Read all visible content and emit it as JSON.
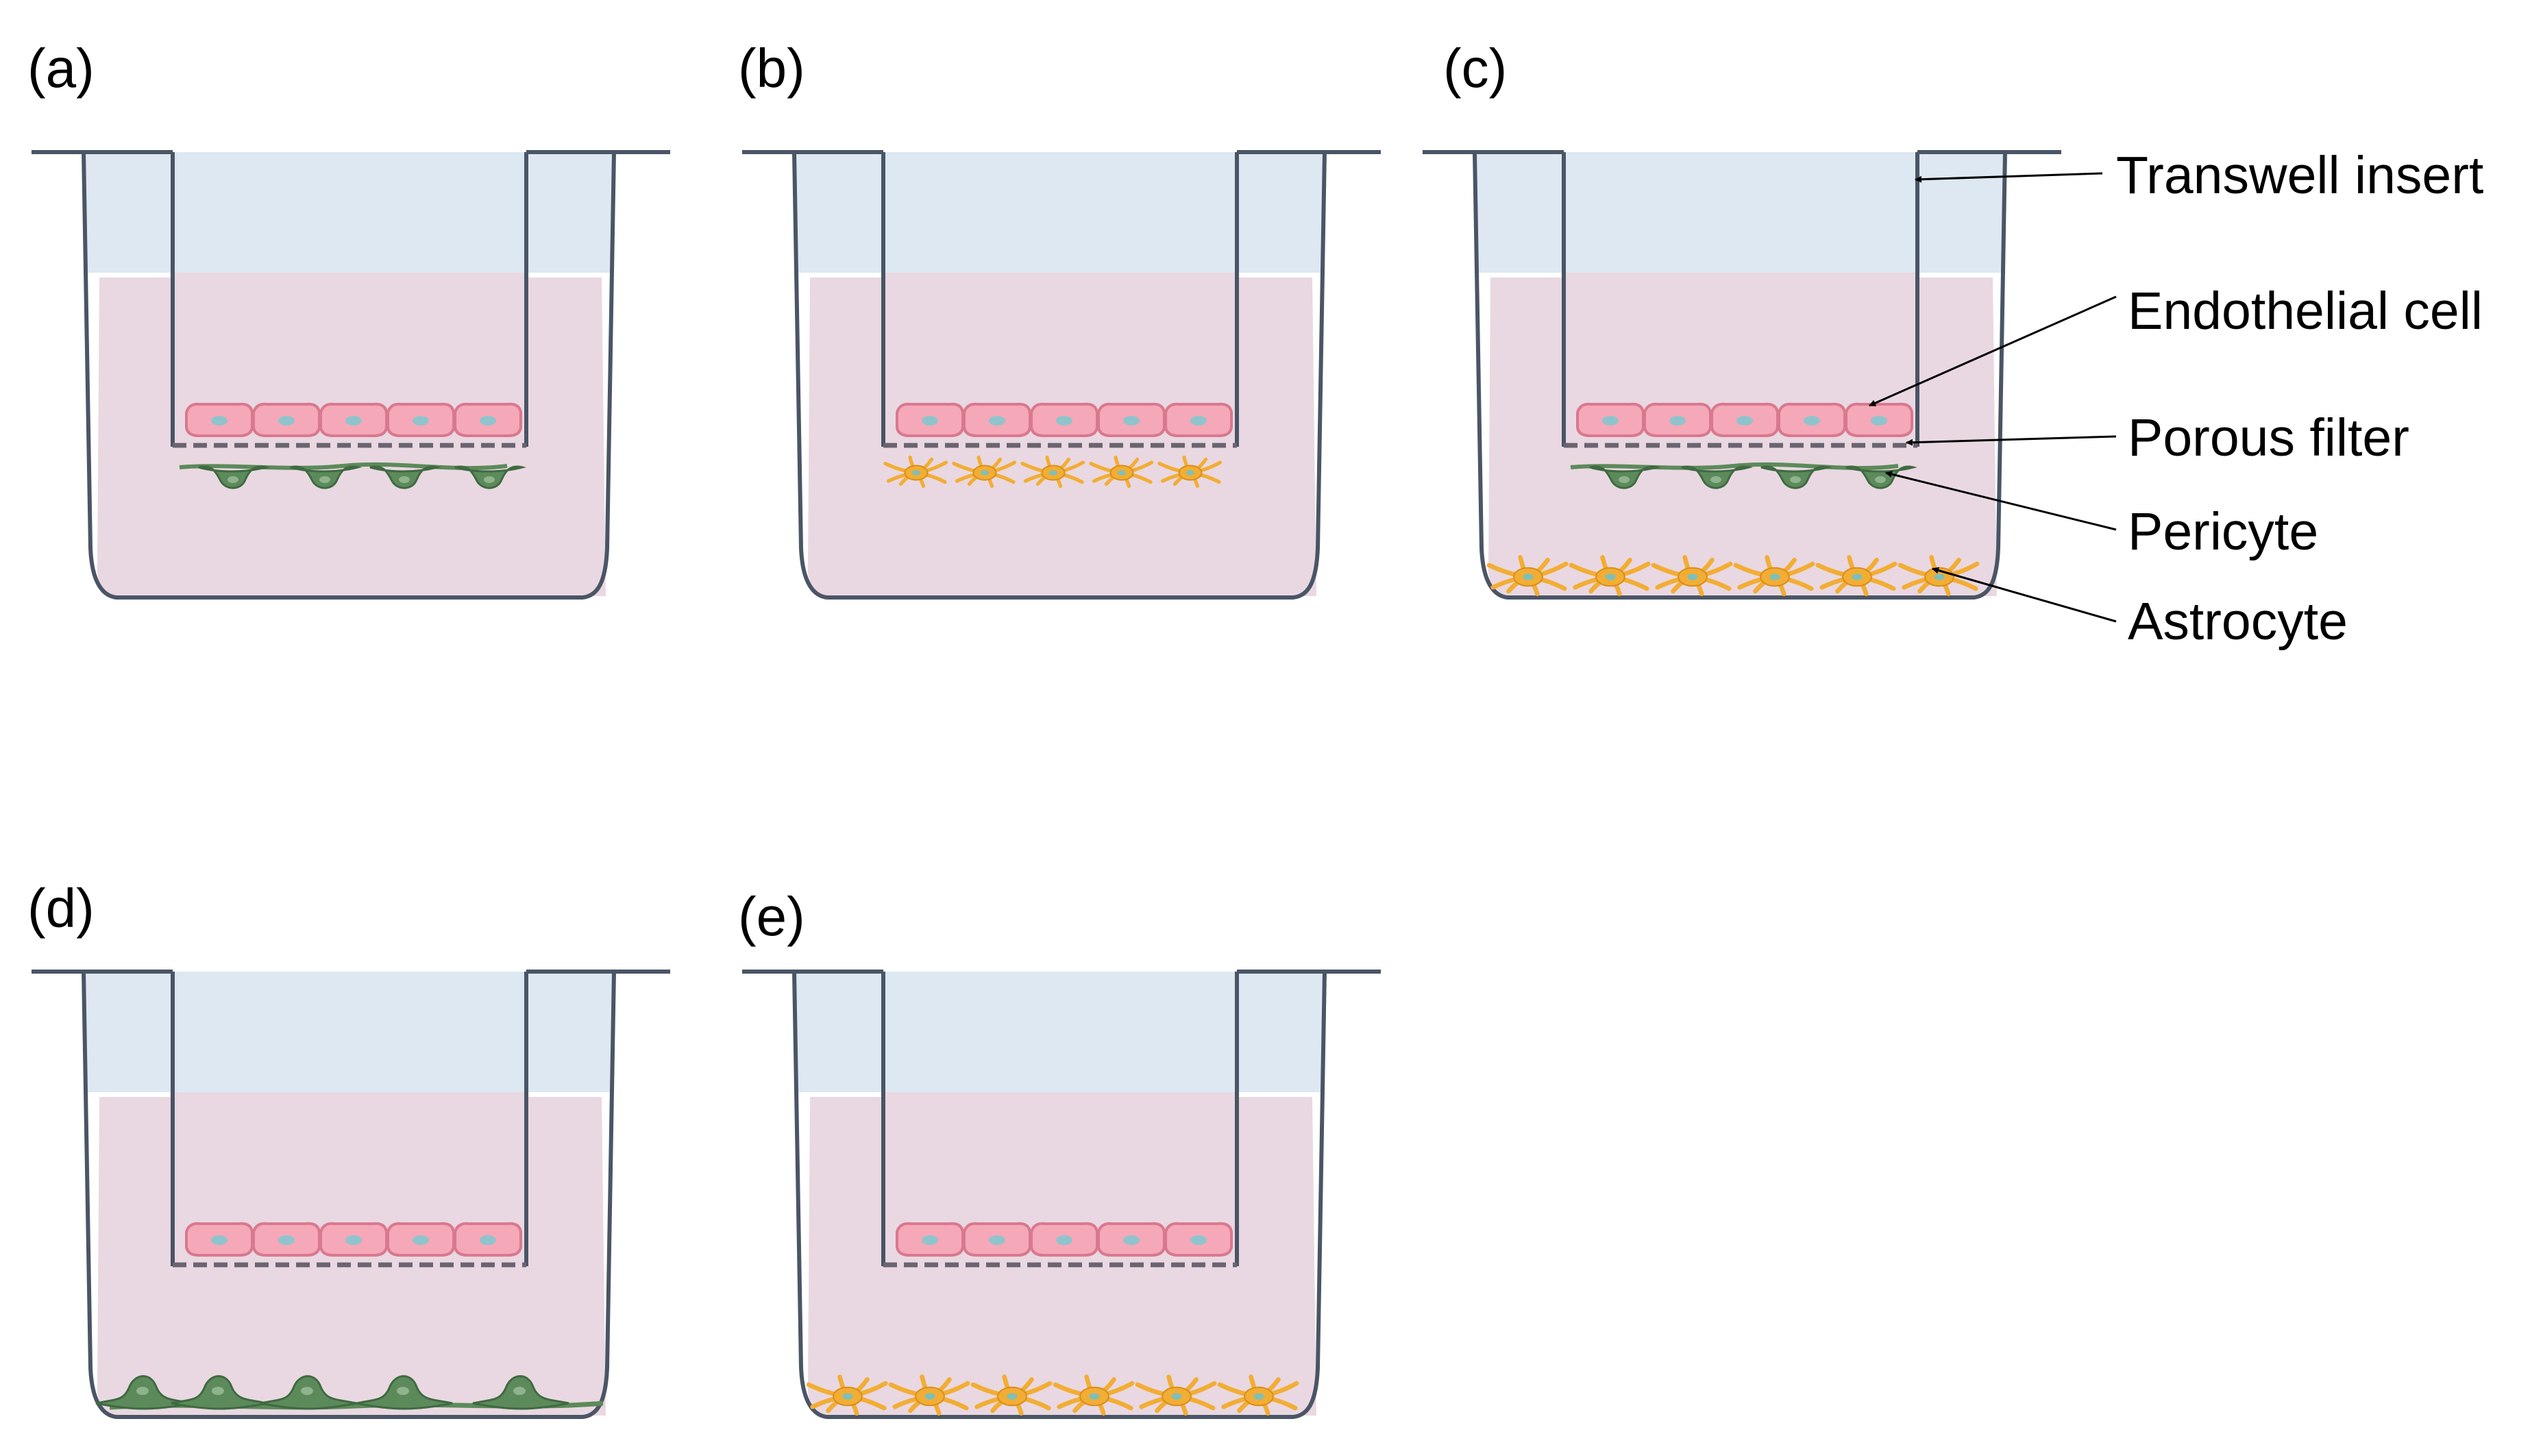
{
  "figure": {
    "panels": [
      {
        "id": "a",
        "label": "(a)",
        "insert_cells": "endothelial",
        "insert_underside": "pericyte",
        "well_bottom": "none"
      },
      {
        "id": "b",
        "label": "(b)",
        "insert_cells": "endothelial",
        "insert_underside": "astrocyte",
        "well_bottom": "none"
      },
      {
        "id": "c",
        "label": "(c)",
        "insert_cells": "endothelial",
        "insert_underside": "pericyte",
        "well_bottom": "astrocyte"
      },
      {
        "id": "d",
        "label": "(d)",
        "insert_cells": "endothelial",
        "insert_underside": "none",
        "well_bottom": "pericyte"
      },
      {
        "id": "e",
        "label": "(e)",
        "insert_cells": "endothelial",
        "insert_underside": "none",
        "well_bottom": "astrocyte"
      }
    ],
    "legend": {
      "transwell_insert": "Transwell insert",
      "endothelial_cell": "Endothelial cell",
      "porous_filter": "Porous filter",
      "pericyte": "Pericyte",
      "astrocyte": "Astrocyte"
    },
    "colors": {
      "upper_medium": "#dde8f3",
      "lower_medium": "#e9d8e1",
      "wall": "#4a5566",
      "filter": "#6b6470",
      "endothelial_fill": "#f5a8b8",
      "endothelial_edge": "#d9788f",
      "endothelial_nucleus": "#8fc4cc",
      "pericyte_fill": "#5c8a5a",
      "pericyte_edge": "#3f6a42",
      "astrocyte_fill": "#f2ad34",
      "astrocyte_edge": "#d98e1a",
      "astrocyte_nucleus": "#7fbfb8",
      "arrow": "#000000"
    }
  }
}
